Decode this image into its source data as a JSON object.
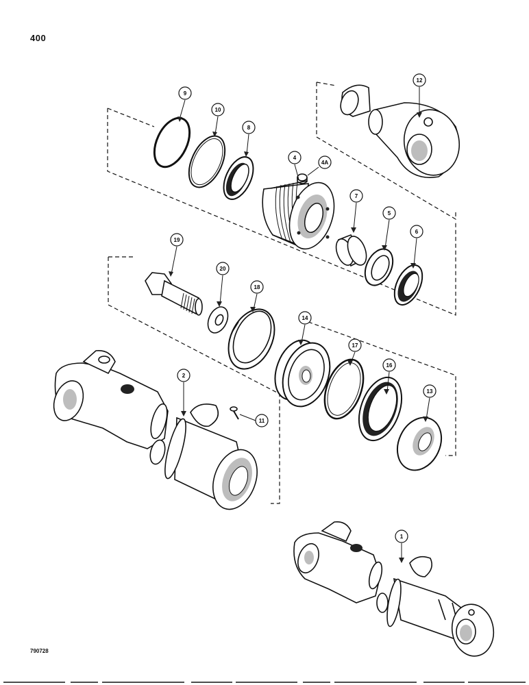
{
  "page_number": "400",
  "drawing_code": "790728",
  "callouts": [
    {
      "id": "c9",
      "label": "9"
    },
    {
      "id": "c10",
      "label": "10"
    },
    {
      "id": "c8",
      "label": "8"
    },
    {
      "id": "c4",
      "label": "4"
    },
    {
      "id": "c4a",
      "label": "4A"
    },
    {
      "id": "c12",
      "label": "12"
    },
    {
      "id": "c7",
      "label": "7"
    },
    {
      "id": "c5",
      "label": "5"
    },
    {
      "id": "c6",
      "label": "6"
    },
    {
      "id": "c19",
      "label": "19"
    },
    {
      "id": "c20",
      "label": "20"
    },
    {
      "id": "c18",
      "label": "18"
    },
    {
      "id": "c14",
      "label": "14"
    },
    {
      "id": "c17",
      "label": "17"
    },
    {
      "id": "c16",
      "label": "16"
    },
    {
      "id": "c13",
      "label": "13"
    },
    {
      "id": "c2",
      "label": "2"
    },
    {
      "id": "c11",
      "label": "11"
    },
    {
      "id": "c1",
      "label": "1"
    }
  ]
}
